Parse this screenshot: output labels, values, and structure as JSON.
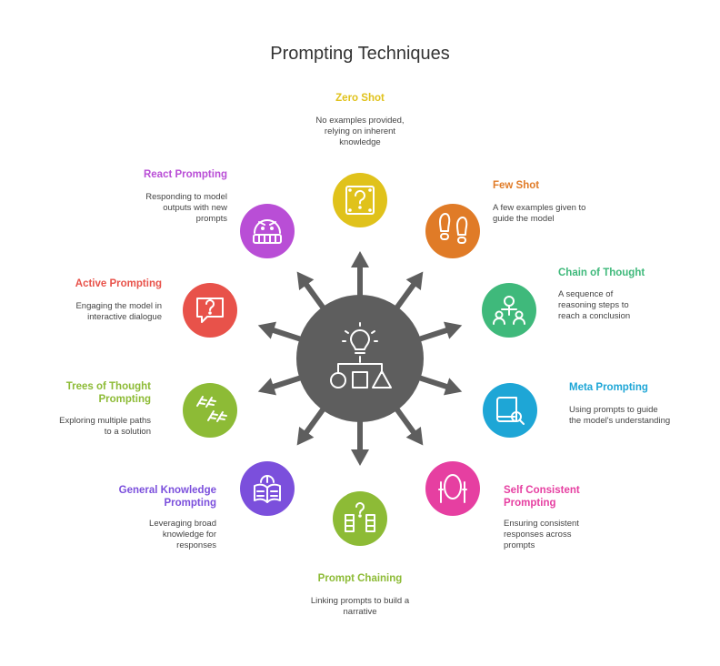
{
  "title": "Prompting Techniques",
  "hub": {
    "color": "#5e5e5e",
    "icon": "idea-shapes-icon"
  },
  "techniques": [
    {
      "label": "Zero Shot",
      "description": "No examples provided, relying on inherent knowledge",
      "color": "#e0c21b",
      "icon": "question-box-icon"
    },
    {
      "label": "Few Shot",
      "description": "A few examples given to guide the model",
      "color": "#e07b27",
      "icon": "footprints-icon"
    },
    {
      "label": "Chain of Thought",
      "description": "A sequence of reasoning steps to reach a conclusion",
      "color": "#3fb97b",
      "icon": "connected-people-icon"
    },
    {
      "label": "Meta Prompting",
      "description": "Using prompts to guide the model's understanding",
      "color": "#1ea6d6",
      "icon": "book-search-icon"
    },
    {
      "label": "Self Consistent Prompting",
      "description": "Ensuring consistent responses across prompts",
      "color": "#e63fa1",
      "icon": "mirror-icon"
    },
    {
      "label": "Prompt Chaining",
      "description": "Linking prompts to build a narrative",
      "color": "#8dbb36",
      "icon": "chained-question-icon"
    },
    {
      "label": "General Knowledge Prompting",
      "description": "Leveraging broad knowledge for responses",
      "color": "#7b4fdc",
      "icon": "open-book-brain-icon"
    },
    {
      "label": "Trees of Thought Prompting",
      "description": "Exploring multiple paths to a solution",
      "color": "#8dbb36",
      "icon": "branching-paths-icon"
    },
    {
      "label": "Active Prompting",
      "description": "Engaging the model in interactive dialogue",
      "color": "#e8524a",
      "icon": "question-bubble-icon"
    },
    {
      "label": "React Prompting",
      "description": "Responding to model outputs with new prompts",
      "color": "#b94ed6",
      "icon": "grimace-face-icon"
    }
  ]
}
